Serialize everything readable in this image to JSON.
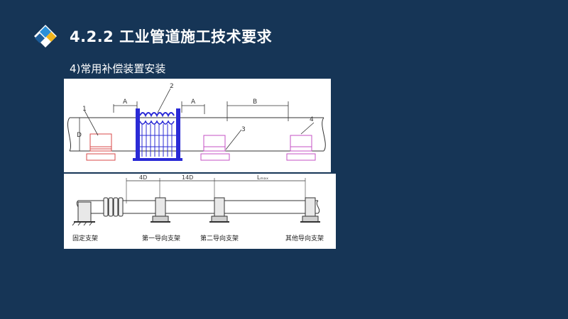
{
  "slide": {
    "title": "4.2.2 工业管道施工技术要求",
    "subtitle": "4)常用补偿装置安装"
  },
  "figure_top": {
    "callouts": [
      "1",
      "2",
      "3",
      "4"
    ],
    "dimensions": {
      "a": "A",
      "b": "B",
      "d": "D"
    }
  },
  "figure_bottom": {
    "dimensions": [
      "4D",
      "14D",
      "Lₘₐₓ"
    ],
    "labels": {
      "fixed_support": "固定支架",
      "first_guide": "第一导向支架",
      "second_guide": "第二导向支架",
      "other_guide": "其他导向支架"
    }
  },
  "colors": {
    "background": "#163556",
    "logo_blue": "#2a8fd8",
    "logo_yellow": "#f2b51d",
    "support_red": "#d84a4a",
    "support_magenta": "#c452c4",
    "bellows_blue": "#2b2bd6"
  }
}
